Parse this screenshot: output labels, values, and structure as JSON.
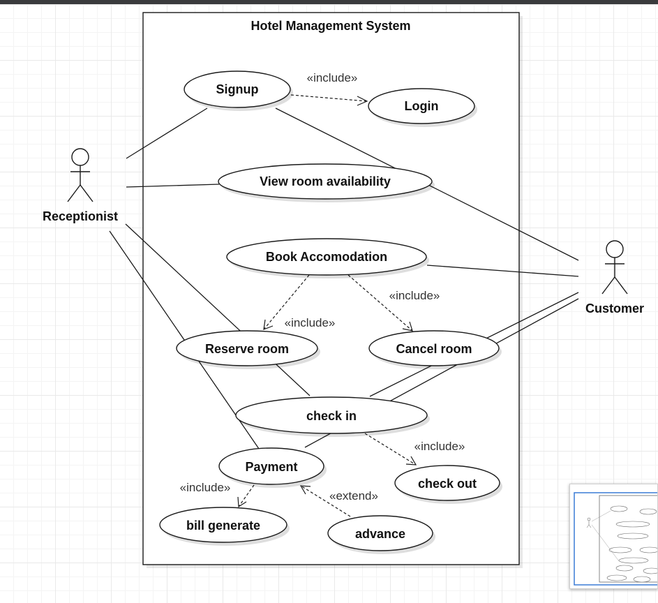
{
  "system": {
    "title": "Hotel Management System"
  },
  "actors": [
    {
      "id": "receptionist",
      "name": "Receptionist"
    },
    {
      "id": "customer",
      "name": "Customer"
    }
  ],
  "use_cases": [
    {
      "id": "signup",
      "label": "Signup"
    },
    {
      "id": "login",
      "label": "Login"
    },
    {
      "id": "view_room",
      "label": "View room availability"
    },
    {
      "id": "book",
      "label": "Book Accomodation"
    },
    {
      "id": "reserve",
      "label": "Reserve room"
    },
    {
      "id": "cancel",
      "label": "Cancel room"
    },
    {
      "id": "checkin",
      "label": "check in"
    },
    {
      "id": "payment",
      "label": "Payment"
    },
    {
      "id": "checkout",
      "label": "check out"
    },
    {
      "id": "bill",
      "label": "bill generate"
    },
    {
      "id": "advance",
      "label": "advance"
    }
  ],
  "relations": [
    {
      "from": "receptionist",
      "to": "signup",
      "type": "association"
    },
    {
      "from": "receptionist",
      "to": "view_room",
      "type": "association"
    },
    {
      "from": "receptionist",
      "to": "checkin",
      "type": "association"
    },
    {
      "from": "receptionist",
      "to": "payment",
      "type": "association"
    },
    {
      "from": "customer",
      "to": "signup",
      "type": "association"
    },
    {
      "from": "customer",
      "to": "book",
      "type": "association"
    },
    {
      "from": "customer",
      "to": "checkin",
      "type": "association"
    },
    {
      "from": "customer",
      "to": "payment",
      "type": "association"
    },
    {
      "from": "signup",
      "to": "login",
      "type": "include",
      "label": "«include»"
    },
    {
      "from": "book",
      "to": "reserve",
      "type": "include",
      "label": "«include»"
    },
    {
      "from": "book",
      "to": "cancel",
      "type": "include",
      "label": "«include»"
    },
    {
      "from": "checkin",
      "to": "checkout",
      "type": "include",
      "label": "«include»"
    },
    {
      "from": "payment",
      "to": "bill",
      "type": "include",
      "label": "«include»"
    },
    {
      "from": "advance",
      "to": "payment",
      "type": "extend",
      "label": "«extend»"
    }
  ]
}
